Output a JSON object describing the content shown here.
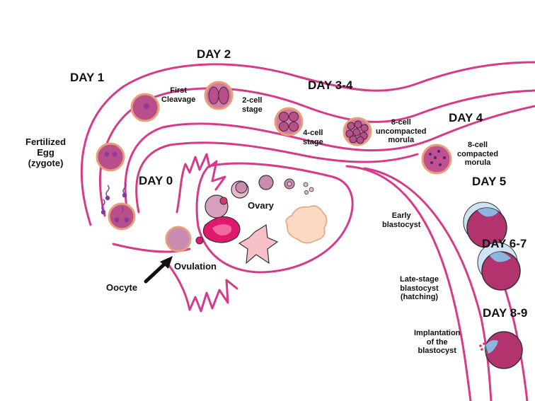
{
  "colors": {
    "tube_outline": "#d63a8a",
    "cell_fill": "#b94f8a",
    "cell_border": "#e8a07a",
    "nucleus": "#8e3a9a",
    "follicle_fill": "#c98bb0",
    "corpus_luteum": "#e0186e",
    "corpus_albicans": "#fcd9c4",
    "white_body": "#f7c0c7",
    "trophoblast": "#8ab6e0"
  },
  "days": {
    "day0": "DAY 0",
    "day1": "DAY 1",
    "day2": "DAY 2",
    "day34": "DAY 3-4",
    "day4": "DAY 4",
    "day5": "DAY 5",
    "day67": "DAY 6-7",
    "day89": "DAY 8-9"
  },
  "stages": {
    "fertilized_egg": [
      "Fertilized",
      "Egg",
      "(zygote)"
    ],
    "first_cleavage": [
      "First",
      "Cleavage"
    ],
    "two_cell": [
      "2-cell",
      "stage"
    ],
    "four_cell": [
      "4-cell",
      "stage"
    ],
    "eight_cell_uncompacted": [
      "8-cell",
      "uncompacted",
      "morula"
    ],
    "eight_cell_compacted": [
      "8-cell",
      "compacted",
      "morula"
    ],
    "early_blastocyst": [
      "Early",
      "blastocyst"
    ],
    "late_blastocyst": [
      "Late-stage",
      "blastocyst",
      "(hatching)"
    ],
    "implantation": [
      "Implantation",
      "of the",
      "blastocyst"
    ]
  },
  "labels": {
    "ovary": "Ovary",
    "ovulation": "Ovulation",
    "oocyte": "Oocyte"
  },
  "icons": [
    "zygote-cell",
    "two-cell-embryo",
    "four-cell-embryo",
    "morula",
    "blastocyst",
    "arrow-pointer"
  ]
}
